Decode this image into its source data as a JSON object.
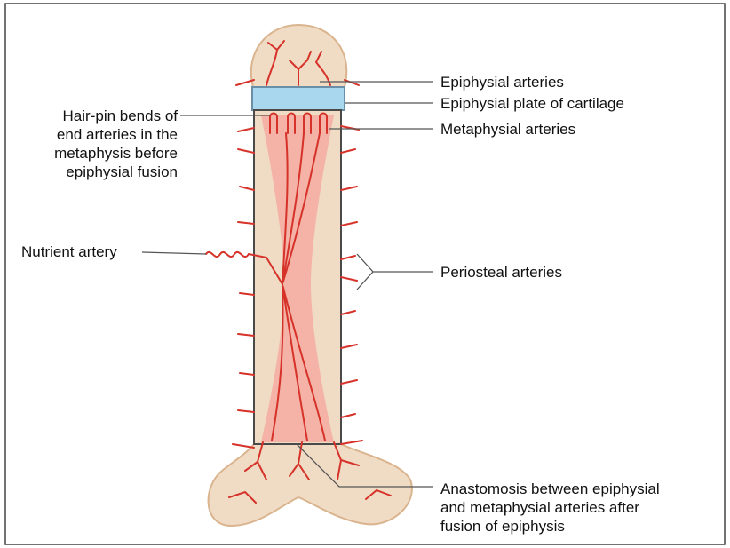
{
  "colors": {
    "bone_fill": "#f0dcc4",
    "bone_edge": "#d9b48e",
    "marrow": "#f4b3a6",
    "artery": "#d6322a",
    "cartilage": "#a9d7ee",
    "line": "#555555",
    "frame": "#444444"
  },
  "labels": {
    "epiphysial_arteries": "Epiphysial arteries",
    "epiphysial_plate": "Epiphysial plate of cartilage",
    "metaphysial_arteries": "Metaphysial arteries",
    "hairpin": "Hair-pin bends of\nend arteries in the\nmetaphysis before\nepiphysial fusion",
    "nutrient": "Nutrient artery",
    "periosteal": "Periosteal arteries",
    "anastomosis": "Anastomosis between epiphysial\nand metaphysial arteries after\nfusion of epiphysis"
  }
}
